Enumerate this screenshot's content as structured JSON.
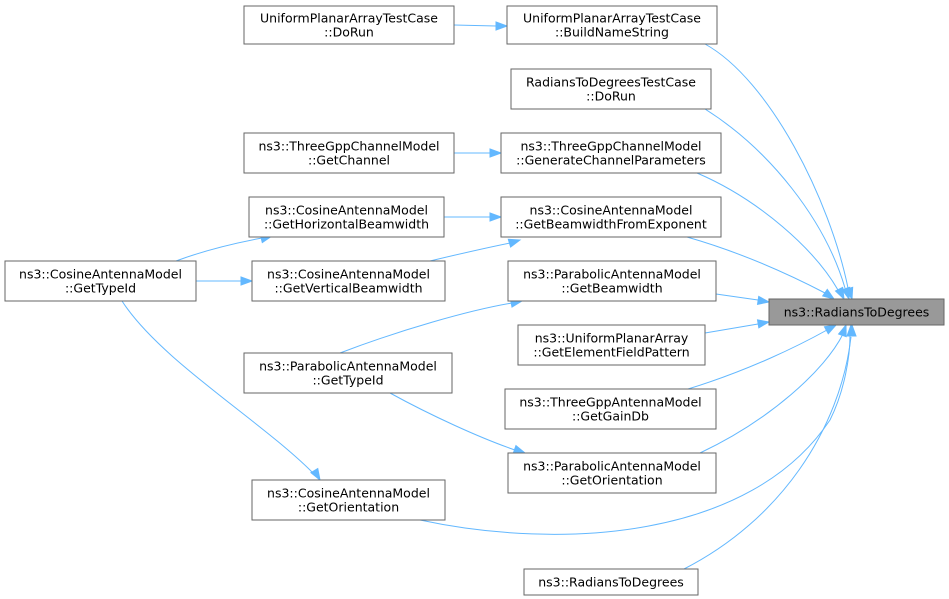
{
  "nodes": [
    {
      "id": "n1",
      "name": "node-uniformplanararraytestcase-dorun",
      "lines": [
        "UniformPlanarArrayTestCase",
        "::DoRun"
      ]
    },
    {
      "id": "n2",
      "name": "node-uniformplanararraytestcase-buildnamestring",
      "lines": [
        "UniformPlanarArrayTestCase",
        "::BuildNameString"
      ]
    },
    {
      "id": "n3",
      "name": "node-radianstodegreestestcase-dorun",
      "lines": [
        "RadiansToDegreesTestCase",
        "::DoRun"
      ]
    },
    {
      "id": "n4",
      "name": "node-threegppchannelmodel-getchannel",
      "lines": [
        "ns3::ThreeGppChannelModel",
        "::GetChannel"
      ]
    },
    {
      "id": "n5",
      "name": "node-threegppchannelmodel-generatechannelparameters",
      "lines": [
        "ns3::ThreeGppChannelModel",
        "::GenerateChannelParameters"
      ]
    },
    {
      "id": "n6",
      "name": "node-cosineantennamodel-gethorizontalbeamwidth",
      "lines": [
        "ns3::CosineAntennaModel",
        "::GetHorizontalBeamwidth"
      ]
    },
    {
      "id": "n7",
      "name": "node-cosineantennamodel-getbeamwidthfromexponent",
      "lines": [
        "ns3::CosineAntennaModel",
        "::GetBeamwidthFromExponent"
      ]
    },
    {
      "id": "n8",
      "name": "node-cosineantennamodel-gettypeid",
      "lines": [
        "ns3::CosineAntennaModel",
        "::GetTypeId"
      ]
    },
    {
      "id": "n9",
      "name": "node-cosineantennamodel-getverticalbeamwidth",
      "lines": [
        "ns3::CosineAntennaModel",
        "::GetVerticalBeamwidth"
      ]
    },
    {
      "id": "n10",
      "name": "node-parabolicantennamodel-getbeamwidth",
      "lines": [
        "ns3::ParabolicAntennaModel",
        "::GetBeamwidth"
      ]
    },
    {
      "id": "n11",
      "name": "node-radianstodegrees-focus",
      "lines": [
        "ns3::RadiansToDegrees"
      ],
      "focus": true
    },
    {
      "id": "n12",
      "name": "node-uniformplanararray-getelementfieldpattern",
      "lines": [
        "ns3::UniformPlanarArray",
        "::GetElementFieldPattern"
      ]
    },
    {
      "id": "n13",
      "name": "node-parabolicantennamodel-gettypeid",
      "lines": [
        "ns3::ParabolicAntennaModel",
        "::GetTypeId"
      ]
    },
    {
      "id": "n14",
      "name": "node-threegppantennamodel-getgaindb",
      "lines": [
        "ns3::ThreeGppAntennaModel",
        "::GetGainDb"
      ]
    },
    {
      "id": "n15",
      "name": "node-parabolicantennamodel-getorientation",
      "lines": [
        "ns3::ParabolicAntennaModel",
        "::GetOrientation"
      ]
    },
    {
      "id": "n16",
      "name": "node-cosineantennamodel-getorientation",
      "lines": [
        "ns3::CosineAntennaModel",
        "::GetOrientation"
      ]
    },
    {
      "id": "n17",
      "name": "node-radianstodegrees-overload",
      "lines": [
        "ns3::RadiansToDegrees"
      ]
    }
  ],
  "colors": {
    "edge": "#63b8ff",
    "node_border": "#666666",
    "node_fill": "#ffffff",
    "focus_fill": "#999999",
    "text": "#000000"
  }
}
